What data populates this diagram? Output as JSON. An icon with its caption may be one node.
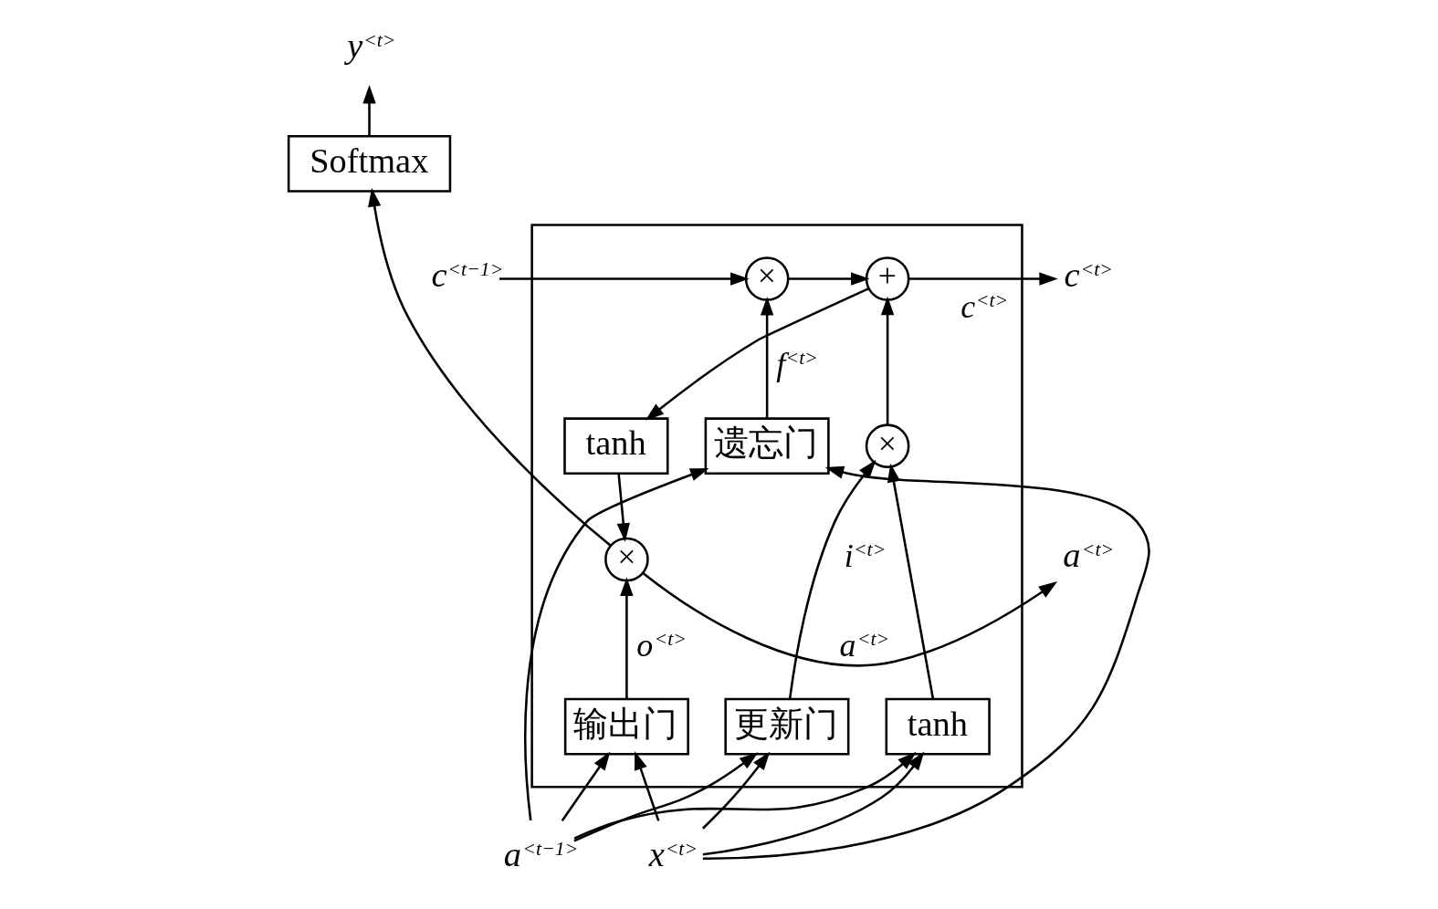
{
  "diagram": {
    "nodes": [
      {
        "text": [
          "y$^{<t>}$"
        ]
      },
      {
        "text": [
          "Softmax"
        ]
      },
      {
        "text": [],
        "shape": "box"
      },
      {
        "text": [
          "c$^{<t−1>}$"
        ]
      },
      {
        "text": [
          "×"
        ],
        "in": 2
      },
      {
        "text": [
          "+"
        ],
        "in": 2
      },
      {
        "text": [
          "c$^{<t>}$"
        ]
      },
      {
        "text": [
          "tanh"
        ],
        "in": 2
      },
      {
        "text": [
          "×"
        ],
        "in": 2
      },
      {
        "text": [
          "×"
        ],
        "in": 2
      },
      {
        "text": [
          "a$^{<t>}$"
        ]
      },
      {
        "text": [
          "遗忘门"
        ],
        "in": 2
      },
      {
        "text": [
          "更新门"
        ],
        "in": 2
      },
      {
        "text": [
          "tanh"
        ],
        "in": 2
      },
      {
        "text": [
          "输出门"
        ],
        "in": 2
      },
      {
        "text": [
          "a$^{<t−1>}$"
        ]
      },
      {
        "text": [
          "x$^{<t>}$"
        ]
      }
    ],
    "edges": [
      {
        "from": 3,
        "to": 4,
        "arrow": "to"
      },
      {
        "from": 4,
        "to": 5,
        "arrow": "to"
      },
      {
        "from": 5,
        "to": 6,
        "arrow": "to",
        "label": "c$^{<t>}$"
      },
      {
        "from": 5,
        "to": 7,
        "arrow": "to"
      },
      {
        "from": 7,
        "to": 9,
        "arrow": "to"
      },
      {
        "from": 9,
        "to": 10,
        "arrow": "to",
        "label": "a$^{<t>}$"
      },
      {
        "from": 9,
        "to": 1,
        "arrow": "to"
      },
      {
        "from": 1,
        "to": 0,
        "arrow": "to"
      },
      {
        "from": 11,
        "to": 4,
        "arrow": "to",
        "label": "f$^{<t>}$"
      },
      {
        "from": 12,
        "to": 8,
        "arrow": "to",
        "label": "i$^{<t>}$"
      },
      {
        "from": 13,
        "to": 8,
        "arrow": "to"
      },
      {
        "from": 8,
        "to": 5,
        "arrow": "to"
      },
      {
        "from": 14,
        "to": 9,
        "arrow": "to",
        "label": "o$^{<t>}$"
      },
      {
        "from": 15,
        "to": 11,
        "arrow": "to"
      },
      {
        "from": 15,
        "to": 12,
        "arrow": "to"
      },
      {
        "from": 15,
        "to": 13,
        "arrow": "to"
      },
      {
        "from": 15,
        "to": 14,
        "arrow": "to"
      },
      {
        "from": 16,
        "to": 11,
        "arrow": "to"
      },
      {
        "from": 16,
        "to": 12,
        "arrow": "to"
      },
      {
        "from": 16,
        "to": 13,
        "arrow": "to"
      },
      {
        "from": 16,
        "to": 14,
        "arrow": "to"
      }
    ]
  }
}
